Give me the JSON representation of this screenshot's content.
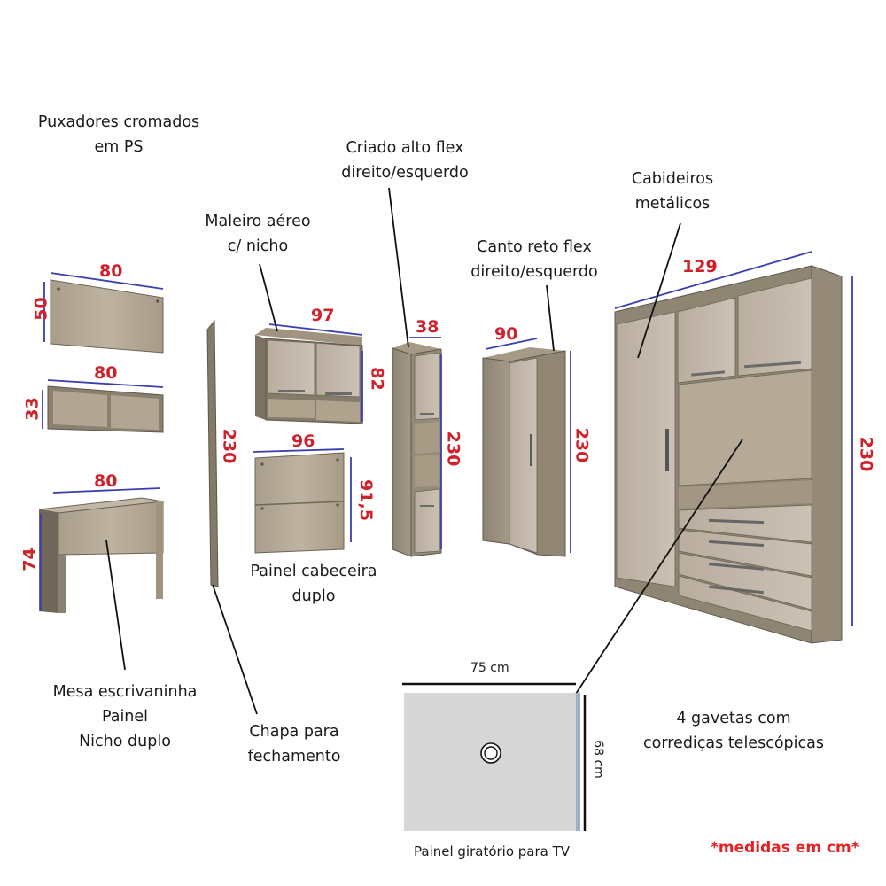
{
  "labels": {
    "puxadores": [
      "Puxadores cromados",
      "em PS"
    ],
    "criado": [
      "Criado alto flex",
      "direito/esquerdo"
    ],
    "maleiro": [
      "Maleiro aéreo",
      "c/ nicho"
    ],
    "cabideiros": [
      "Cabideiros",
      "metálicos"
    ],
    "canto": [
      "Canto reto flex",
      "direito/esquerdo"
    ],
    "painel_cabeceira": [
      "Painel cabeceira",
      "duplo"
    ],
    "mesa": [
      "Mesa escrivaninha",
      "Painel",
      "Nicho duplo"
    ],
    "chapa": [
      "Chapa para",
      "fechamento"
    ],
    "gavetas": [
      "4 gavetas com",
      "corrediças telescópicas"
    ]
  },
  "dimensions": {
    "painel_width": "80",
    "painel_height": "50",
    "nicho_width": "80",
    "nicho_height": "33",
    "mesa_width": "80",
    "mesa_height": "74",
    "chapa_height": "230",
    "maleiro_width": "97",
    "maleiro_height": "82",
    "cabeceira_width": "96",
    "cabeceira_height": "91,5",
    "criado_width": "38",
    "criado_height": "230",
    "canto_width": "90",
    "canto_height": "230",
    "guarda_roupa_width": "129",
    "guarda_roupa_height": "230"
  },
  "tv_panel": {
    "width_label": "75 cm",
    "height_label": "68 cm",
    "caption": "Painel giratório para TV"
  },
  "note": "*medidas em cm*",
  "colors": {
    "dimension_text": "#d0202a",
    "dimension_line": "#3a3fb0",
    "note": "#e32222",
    "wood_light": "#b7aa98",
    "wood_dark": "#8c8271",
    "door_light": "#c2b7aa",
    "tv_panel": "#d6d6d6"
  }
}
